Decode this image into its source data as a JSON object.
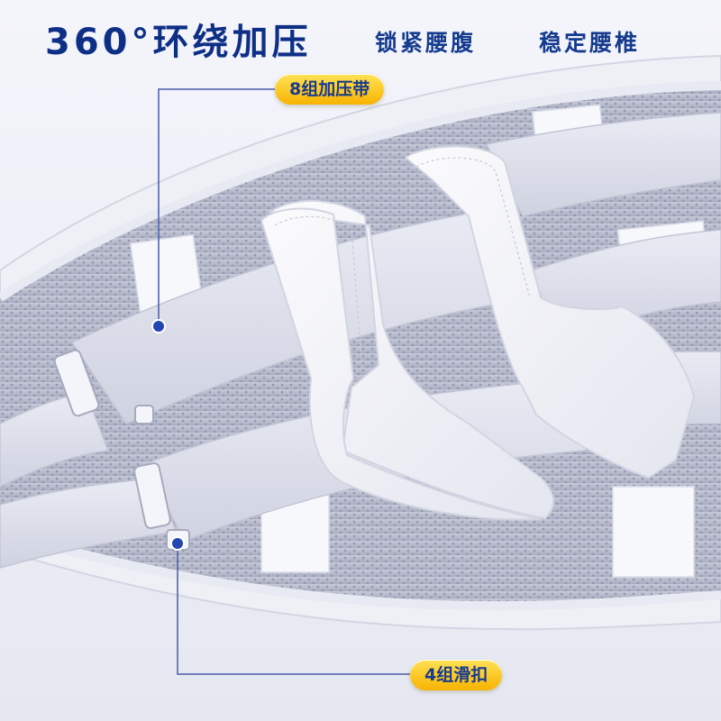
{
  "header": {
    "headline": "360°环绕加压",
    "feature_1": "锁紧腰腹",
    "feature_2": "稳定腰椎"
  },
  "callouts": {
    "straps": "8组加压带",
    "buckles": "4组滑扣"
  },
  "colors": {
    "headline": "#0e2f86",
    "callout_bg": "#fbc81c",
    "callout_text": "#173b8f",
    "leader_line": "#4a5aa8",
    "marker_dot": "#2346b5",
    "belt_mesh": "#bcbfd0",
    "pad": "#f2f3f8"
  }
}
